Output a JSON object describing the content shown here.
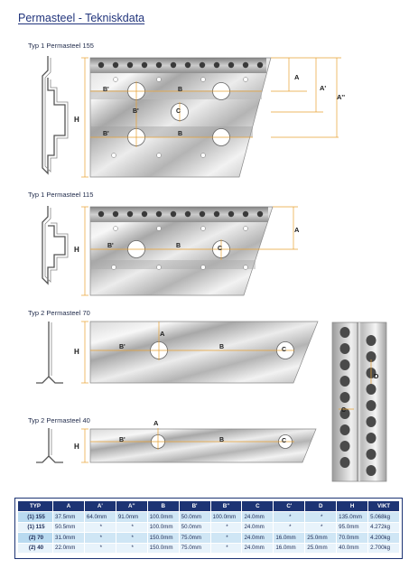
{
  "title": "Permasteel - Tekniskdata",
  "sections": [
    {
      "label": "Typ 1 Permasteel 155"
    },
    {
      "label": "Typ 1 Permasteel 115"
    },
    {
      "label": "Typ 2 Permasteel 70"
    },
    {
      "label": "Typ 2 Permasteel 40"
    }
  ],
  "dims": {
    "A": "A",
    "A1": "A'",
    "A2": "A''",
    "B": "B",
    "B1": "B'",
    "C": "C",
    "D": "D",
    "H": "H"
  },
  "table": {
    "headers": [
      "TYP",
      "A",
      "A'",
      "A''",
      "B",
      "B'",
      "B''",
      "C",
      "C'",
      "D",
      "H",
      "VIKT"
    ],
    "rows": [
      [
        "(1) 155",
        "37.5mm",
        "64.0mm",
        "91.0mm",
        "100.0mm",
        "50.0mm",
        "100.0mm",
        "24.0mm",
        "*",
        "*",
        "135.0mm",
        "5.068kg"
      ],
      [
        "(1) 115",
        "50.5mm",
        "*",
        "*",
        "100.0mm",
        "50.0mm",
        "*",
        "24.0mm",
        "*",
        "*",
        "95.0mm",
        "4.272kg"
      ],
      [
        "(2) 70",
        "31.0mm",
        "*",
        "*",
        "150.0mm",
        "75.0mm",
        "*",
        "24.0mm",
        "16.0mm",
        "25.0mm",
        "70.0mm",
        "4.200kg"
      ],
      [
        "(2) 40",
        "22.0mm",
        "*",
        "*",
        "150.0mm",
        "75.0mm",
        "*",
        "24.0mm",
        "16.0mm",
        "25.0mm",
        "40.0mm",
        "2.700kg"
      ]
    ]
  },
  "colors": {
    "navy": "#1d3474",
    "dim_orange": "#e8a030",
    "steel_light": "#eeeeee",
    "steel_dark": "#9a9a9a"
  }
}
